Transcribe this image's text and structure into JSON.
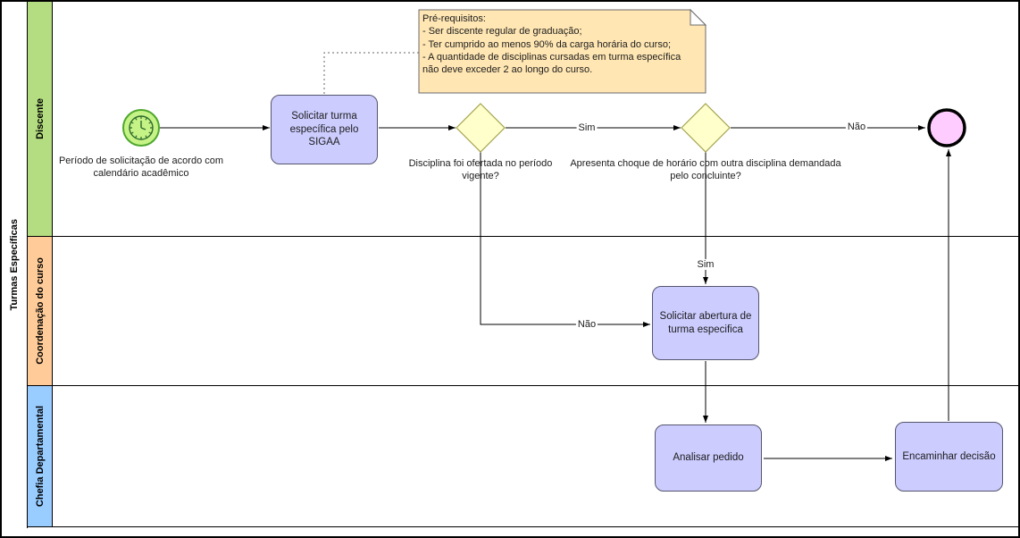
{
  "pool": {
    "label": "Turmas Específicas"
  },
  "lanes": [
    {
      "label": "Discente",
      "color": "#b3dd80"
    },
    {
      "label": "Coordenação do curso",
      "color": "#ffcc99"
    },
    {
      "label": "Chefia Departamental",
      "color": "#99ccff"
    }
  ],
  "events": {
    "start_label": "Período de solicitação de acordo com calendário acadêmico"
  },
  "tasks": {
    "task1": "Solicitar turma específica pelo SIGAA",
    "task2": "Solicitar abertura de turma especifica",
    "task3": "Analisar pedido",
    "task4": "Encaminhar decisão"
  },
  "gateways": {
    "g1_label": "Disciplina foi ofertada no período vigente?",
    "g2_label": "Apresenta choque de horário com outra disciplina demandada pelo concluinte?"
  },
  "flow_labels": {
    "g1_sim": "Sim",
    "g1_nao": "Não",
    "g2_sim": "Sim",
    "g2_nao": "Não"
  },
  "note": {
    "title": "Pré-requisitos:",
    "lines": [
      "- Ser discente regular de graduação;",
      "- Ter cumprido ao menos 90% da carga horária do curso;",
      "- A quantidade de disciplinas cursadas em turma específica não deve exceder 2 ao longo do curso."
    ]
  },
  "colors": {
    "task_fill": "#ccccff",
    "task_border": "#55556e",
    "gateway_fill": "#ffffcc",
    "gateway_border": "#a3a34d",
    "start_fill": "#c6f386",
    "start_border": "#4ea72e",
    "end_fill": "#ffccff",
    "end_border": "#000000",
    "note_fill": "#ffe6b3",
    "note_border": "#6b6b6b"
  }
}
